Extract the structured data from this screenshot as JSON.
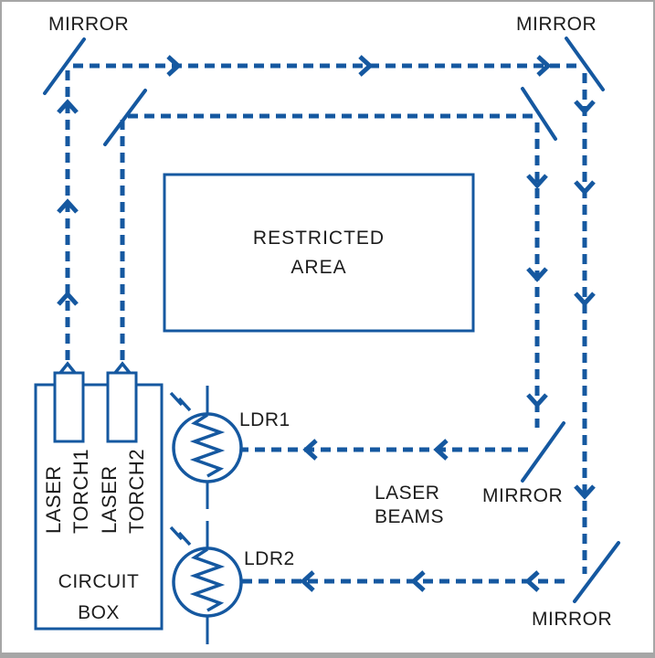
{
  "colors": {
    "line_blue": "#1558a0",
    "text_black": "#1c1c1c",
    "frame_gray": "#a6a6a6"
  },
  "labels": {
    "mirror_top_left": "MIRROR",
    "mirror_top_right": "MIRROR",
    "mirror_mid_right": "MIRROR",
    "mirror_bottom_right": "MIRROR",
    "restricted_line1": "RESTRICTED",
    "restricted_line2": "AREA",
    "laser_beams_line1": "LASER",
    "laser_beams_line2": "BEAMS",
    "ldr1": "LDR1",
    "ldr2": "LDR2",
    "torch1_word1": "LASER",
    "torch1_word2": "TORCH1",
    "torch2_word1": "LASER",
    "torch2_word2": "TORCH2",
    "circuit_line1": "CIRCUIT",
    "circuit_line2": "BOX"
  }
}
